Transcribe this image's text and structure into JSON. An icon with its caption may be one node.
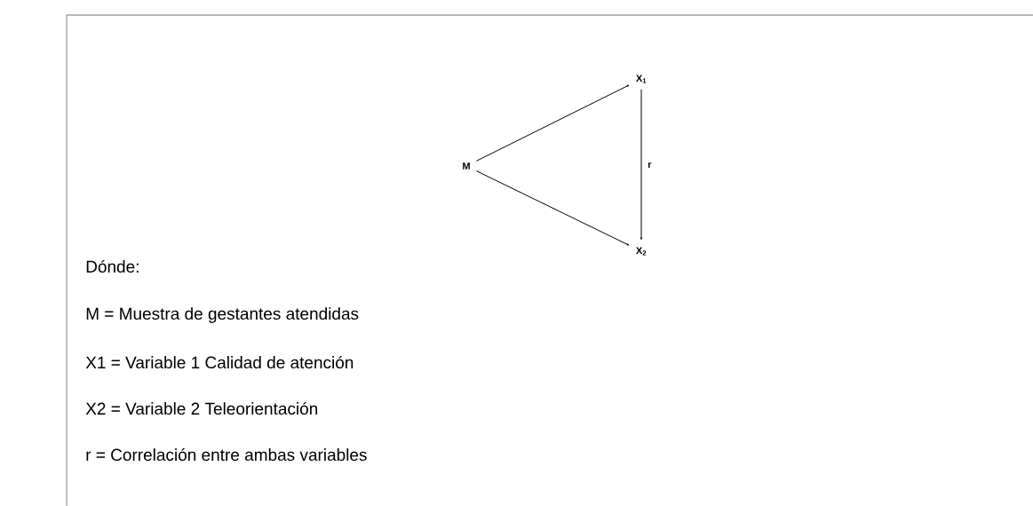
{
  "diagram": {
    "nodes": [
      {
        "text": [
          "M"
        ]
      },
      {
        "text": [
          "X$_{1}$"
        ]
      },
      {
        "text": [
          "X$_{2}$"
        ]
      }
    ],
    "edges": [
      {
        "from": 0,
        "to": 1,
        "arrow": "to"
      },
      {
        "from": 0,
        "to": 2,
        "arrow": "to"
      },
      {
        "from": 1,
        "to": 2,
        "arrow": "to",
        "label": "r"
      }
    ],
    "labels": [
      "Dónde:",
      "M = Muestra de gestantes atendidas",
      "X1 = Variable 1 Calidad de atención",
      "X2 = Variable 2 Teleorientación",
      "r = Correlación entre ambas variables"
    ]
  }
}
